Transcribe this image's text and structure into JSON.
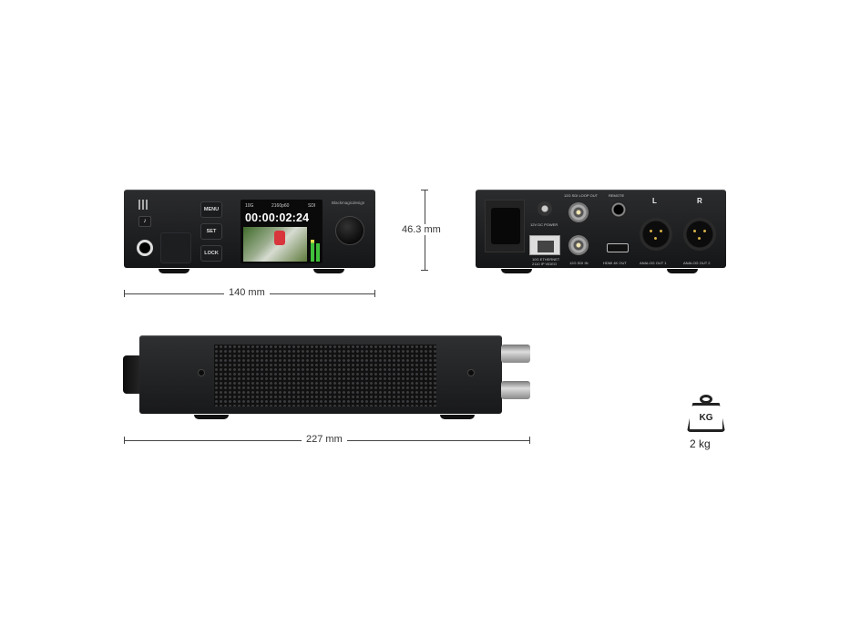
{
  "front_panel": {
    "buttons": [
      "MENU",
      "SET",
      "LOCK"
    ],
    "screen": {
      "network": "10G",
      "format": "2160p60",
      "input": "SDI",
      "timecode": "00:00:02:24"
    },
    "brand": "Blackmagicdesign"
  },
  "rear_panel": {
    "labels": {
      "power": "12V DC POWER",
      "sdi_loop_out": "12G SDI LOOP OUT",
      "remote": "REMOTE",
      "ethernet_line1": "10G ETHERNET",
      "ethernet_line2": "2110 IP VIDEO",
      "sdi_in": "12G SDI IN",
      "hdmi": "HDMI 4K OUT",
      "left": "L",
      "right": "R",
      "analog1": "ANALOG OUT 1",
      "analog2": "ANALOG OUT 2"
    }
  },
  "dimensions": {
    "width": "140 mm",
    "height": "46.3 mm",
    "depth": "227 mm"
  },
  "weight": {
    "icon_text": "KG",
    "value": "2 kg"
  },
  "colors": {
    "device": "#1f2022",
    "meter_green": "#3fbf3a",
    "dimension_line": "#444444"
  }
}
